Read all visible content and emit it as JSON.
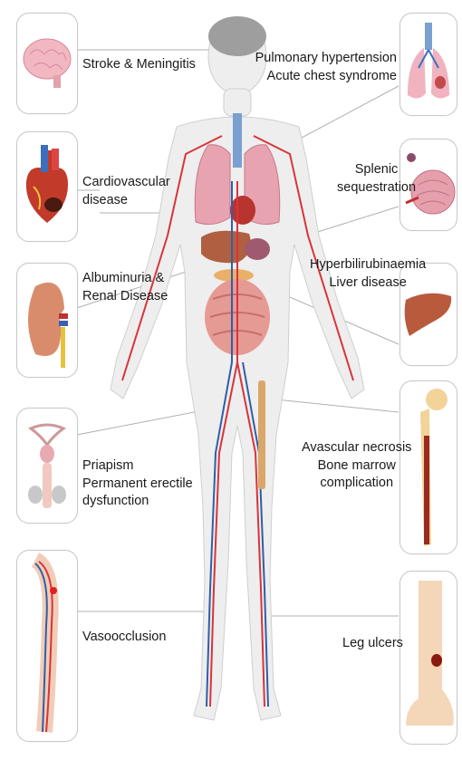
{
  "labels": {
    "stroke": "Stroke & Meningitis",
    "cardio": "Cardiovascular\ndisease",
    "renal": "Albuminuria &\nRenal Disease",
    "priapism": "Priapism\nPermanent erectile\ndysfunction",
    "vaso": "Vasoocclusion",
    "pulmonary": "Pulmonary hypertension\nAcute chest syndrome",
    "splenic": "Splenic\nsequestration",
    "liver": "Hyperbilirubinaemia\nLiver disease",
    "avascular": "Avascular  necrosis\nBone marrow\ncomplication",
    "leg": "Leg ulcers"
  },
  "icons": {
    "brain": "brain-icon",
    "heart": "heart-icon",
    "kidney": "kidney-icon",
    "reproductive": "reproductive-organ-icon",
    "leg_vessel": "leg-blood-vessel-icon",
    "lungs": "lungs-icon",
    "spleen": "spleen-icon",
    "liver": "liver-icon",
    "bone": "femur-bone-icon",
    "foot": "foot-ulcer-icon"
  },
  "colors": {
    "artery": "#d8343a",
    "vein": "#2f5fa8",
    "organ_pink": "#e89aa6",
    "liver": "#b85a3c",
    "bone": "#f2d39a",
    "skin": "#f3d7b8",
    "box_border": "#c9c9c9"
  }
}
